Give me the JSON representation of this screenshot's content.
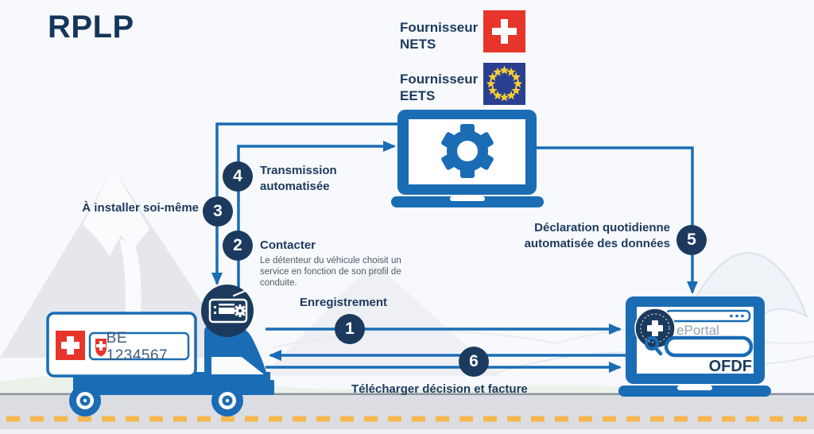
{
  "title": "RPLP",
  "providers": {
    "nets": {
      "label": "Fournisseur",
      "name": "NETS"
    },
    "eets": {
      "label": "Fournisseur",
      "name": "EETS"
    }
  },
  "steps": {
    "s1": {
      "num": "1",
      "label": "Enregistrement"
    },
    "s2": {
      "num": "2",
      "label": "Contacter",
      "desc": "Le détenteur du véhicule choisit un service en fonction de son profil de conduite."
    },
    "s3": {
      "num": "3",
      "label": "À installer soi-même"
    },
    "s4": {
      "num": "4",
      "label": "Transmission automatisée"
    },
    "s5": {
      "num": "5",
      "label": "Déclaration quotidienne automatisée des données"
    },
    "s6": {
      "num": "6",
      "label": "Télécharger décision et facture"
    }
  },
  "truck": {
    "plate": "BE 1234567"
  },
  "eportal": {
    "name": "ePortal",
    "org": "OFDF"
  },
  "colors": {
    "accent_blue": "#1a6cb5",
    "navy": "#1c3a5e",
    "swiss_red": "#e8352c",
    "eu_blue": "#2b3f92",
    "star_yellow": "#f7cf33",
    "road_yellow": "#f5b74e"
  }
}
